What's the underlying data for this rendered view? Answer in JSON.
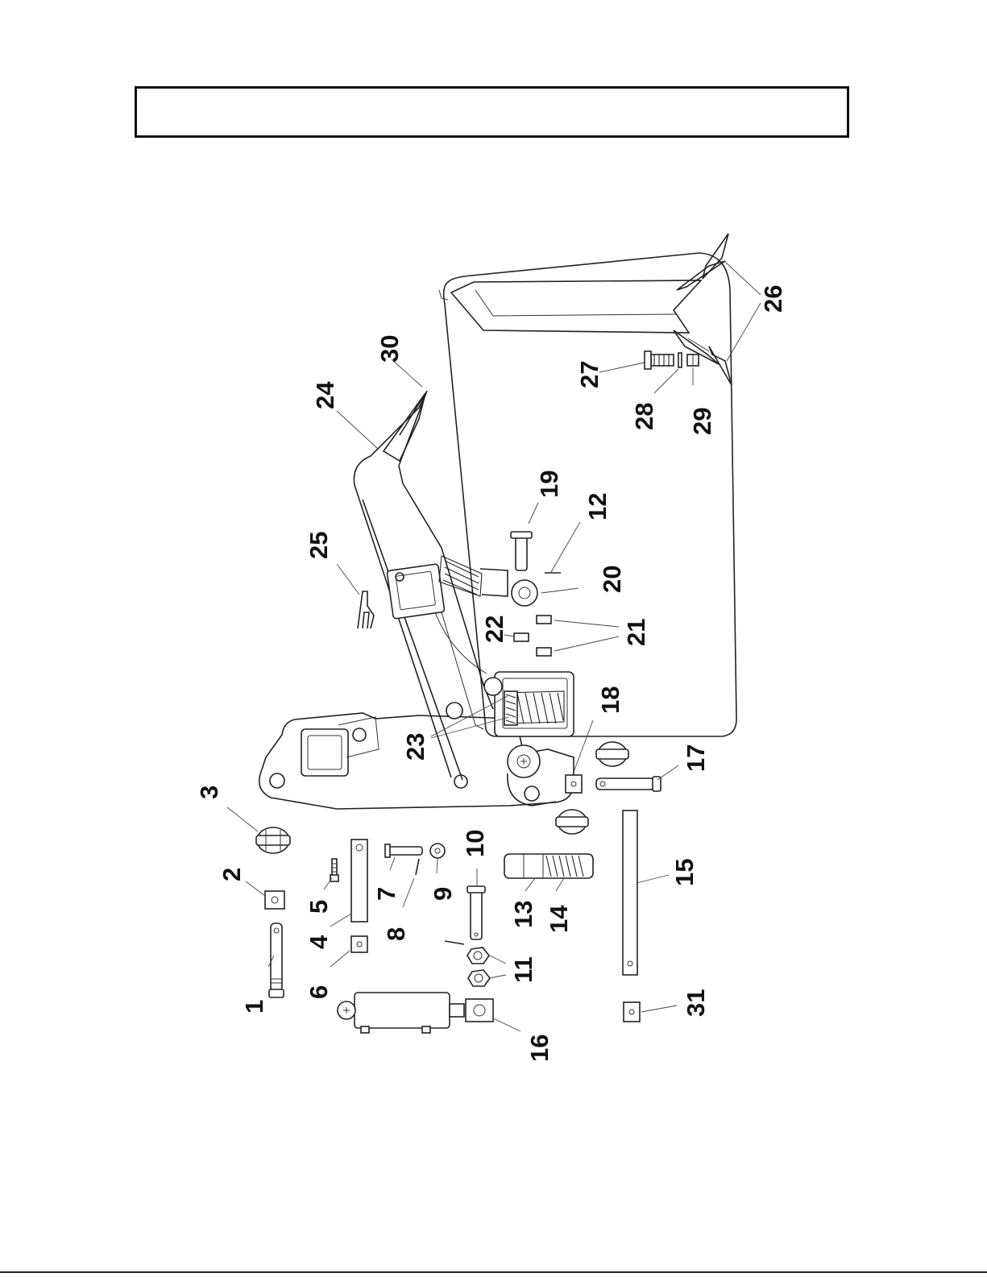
{
  "header": {
    "title": ""
  },
  "callouts": [
    {
      "number": "1",
      "name": "callout-1"
    },
    {
      "number": "2",
      "name": "callout-2"
    },
    {
      "number": "3",
      "name": "callout-3"
    },
    {
      "number": "4",
      "name": "callout-4"
    },
    {
      "number": "5",
      "name": "callout-5"
    },
    {
      "number": "6",
      "name": "callout-6"
    },
    {
      "number": "7",
      "name": "callout-7"
    },
    {
      "number": "8",
      "name": "callout-8"
    },
    {
      "number": "9",
      "name": "callout-9"
    },
    {
      "number": "10",
      "name": "callout-10"
    },
    {
      "number": "11",
      "name": "callout-11"
    },
    {
      "number": "12",
      "name": "callout-12"
    },
    {
      "number": "13",
      "name": "callout-13"
    },
    {
      "number": "14",
      "name": "callout-14"
    },
    {
      "number": "15",
      "name": "callout-15"
    },
    {
      "number": "16",
      "name": "callout-16"
    },
    {
      "number": "17",
      "name": "callout-17"
    },
    {
      "number": "18",
      "name": "callout-18"
    },
    {
      "number": "19",
      "name": "callout-19"
    },
    {
      "number": "20",
      "name": "callout-20"
    },
    {
      "number": "21",
      "name": "callout-21"
    },
    {
      "number": "22",
      "name": "callout-22"
    },
    {
      "number": "23",
      "name": "callout-23"
    },
    {
      "number": "24",
      "name": "callout-24"
    },
    {
      "number": "25",
      "name": "callout-25"
    },
    {
      "number": "26",
      "name": "callout-26"
    },
    {
      "number": "27",
      "name": "callout-27"
    },
    {
      "number": "28",
      "name": "callout-28"
    },
    {
      "number": "29",
      "name": "callout-29"
    },
    {
      "number": "30",
      "name": "callout-30"
    },
    {
      "number": "31",
      "name": "callout-31"
    }
  ]
}
